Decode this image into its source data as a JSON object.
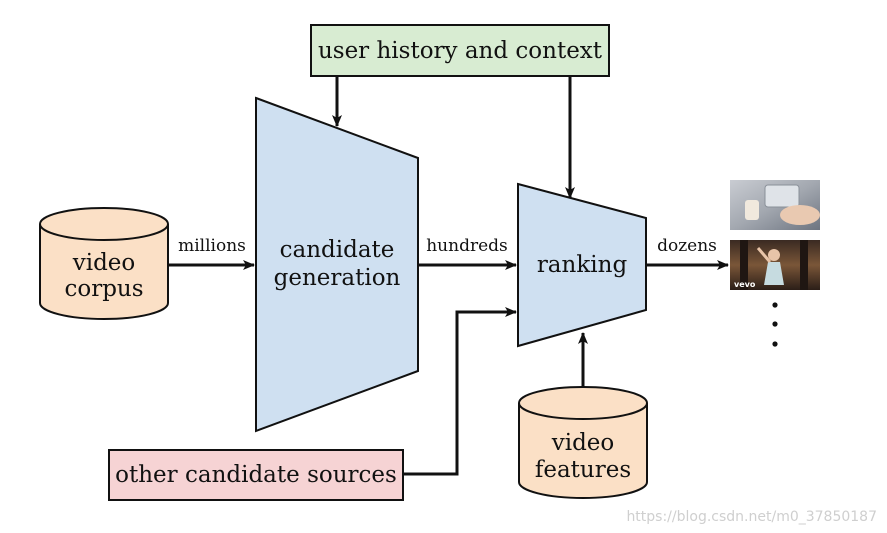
{
  "diagram": {
    "nodes": {
      "user_history": "user history and context",
      "video_corpus": [
        "video",
        "corpus"
      ],
      "candidate_generation": [
        "candidate",
        "generation"
      ],
      "ranking": "ranking",
      "video_features": [
        "video",
        "features"
      ],
      "other_sources": "other candidate sources"
    },
    "edge_labels": {
      "millions": "millions",
      "hundreds": "hundreds",
      "dozens": "dozens"
    },
    "thumbnails": {
      "second_badge": "vevo"
    },
    "watermark": "https://blog.csdn.net/m0_37850187",
    "colors": {
      "green_fill": "#d8ecd2",
      "blue_fill": "#cfe0f1",
      "orange_fill": "#fbe0c6",
      "pink_fill": "#f6d3d4",
      "stroke": "#111111"
    }
  }
}
